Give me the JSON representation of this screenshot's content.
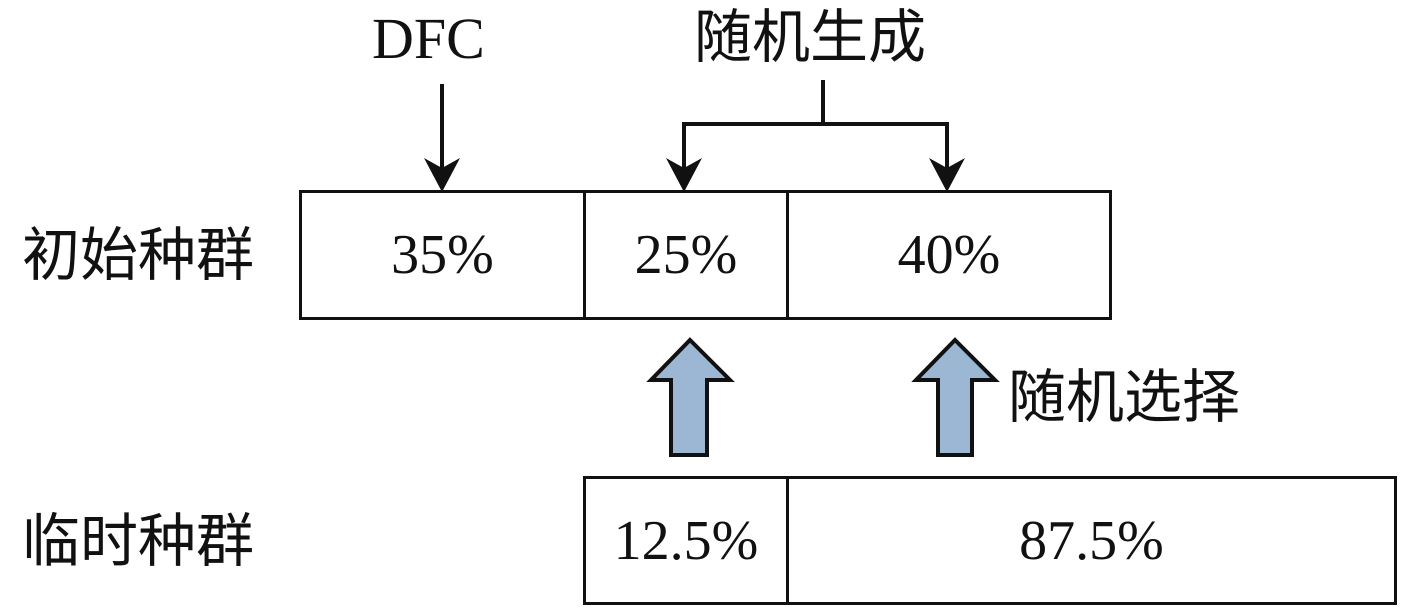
{
  "labels": {
    "dfc": "DFC",
    "random_generate": "随机生成",
    "random_select": "随机选择",
    "initial_population": "初始种群",
    "temporary_population": "临时种群"
  },
  "initial_population": {
    "segments": [
      "35%",
      "25%",
      "40%"
    ]
  },
  "temporary_population": {
    "segments": [
      "12.5%",
      "87.5%"
    ]
  },
  "colors": {
    "line": "#111111",
    "block_arrow_fill": "#9bb7d4",
    "block_arrow_stroke": "#111111"
  }
}
